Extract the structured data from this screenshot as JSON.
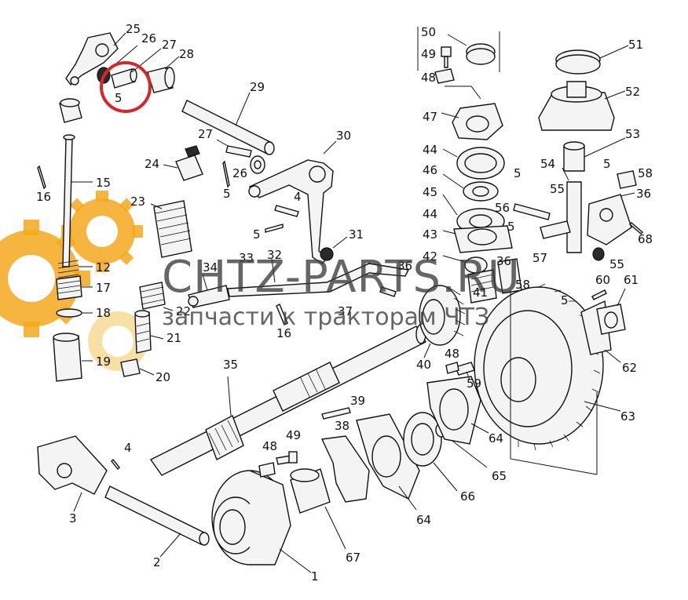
{
  "watermark": {
    "brand": "CHTZ-PARTS.RU",
    "tagline": "запчасти к тракторам ЧТЗ"
  },
  "highlight": {
    "part": "5",
    "color": "#d7262b"
  },
  "colors": {
    "watermark_gear": "#f3a81c",
    "line": "#111111"
  },
  "labels": {
    "p1": "1",
    "p2": "2",
    "p3": "3",
    "p4a": "4",
    "p4b": "4",
    "p5a": "5",
    "p5b": "5",
    "p5c": "5",
    "p5d": "5",
    "p5e": "5",
    "p5f": "5",
    "p5g": "5",
    "p12": "12",
    "p15": "15",
    "p16a": "16",
    "p16b": "16",
    "p17": "17",
    "p18": "18",
    "p19": "19",
    "p20": "20",
    "p21": "21",
    "p22": "22",
    "p23": "23",
    "p24": "24",
    "p25": "25",
    "p26a": "26",
    "p26b": "26",
    "p27a": "27",
    "p27b": "27",
    "p28": "28",
    "p29": "29",
    "p30": "30",
    "p31": "31",
    "p32": "32",
    "p33": "33",
    "p34": "34",
    "p35": "35",
    "p36a": "36",
    "p36b": "36",
    "p36c": "36",
    "p37": "37",
    "p38": "38",
    "p39": "39",
    "p40": "40",
    "p41": "41",
    "p42": "42",
    "p43": "43",
    "p44a": "44",
    "p44b": "44",
    "p45": "45",
    "p46": "46",
    "p47": "47",
    "p48a": "48",
    "p48b": "48",
    "p48c": "48",
    "p49a": "49",
    "p49b": "49",
    "p50": "50",
    "p51": "51",
    "p52": "52",
    "p53": "53",
    "p54": "54",
    "p55a": "55",
    "p55b": "55",
    "p56": "56",
    "p57": "57",
    "p58a": "58",
    "p58b": "58",
    "p59": "59",
    "p60": "60",
    "p61": "61",
    "p62": "62",
    "p63": "63",
    "p64a": "64",
    "p64b": "64",
    "p65": "65",
    "p66": "66",
    "p67": "67",
    "p68": "68"
  }
}
